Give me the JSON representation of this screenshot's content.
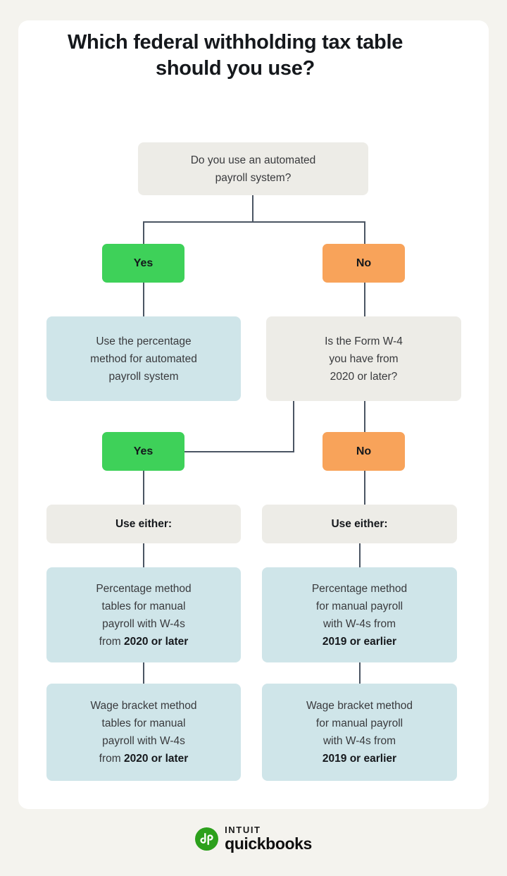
{
  "page": {
    "background_color": "#f4f3ee",
    "card_color": "#ffffff"
  },
  "title": "Which federal withholding tax table should you use?",
  "colors": {
    "green": "#3ed159",
    "orange": "#f8a35a",
    "blue": "#cfe5e9",
    "grey": "#edece7",
    "connector": "#4b5563",
    "logo_green": "#2ca01c"
  },
  "flowchart": {
    "type": "decision-tree",
    "root": {
      "name": "automated-payroll-question",
      "text_line_1": "Do you use an automated",
      "text_line_2": "payroll system?",
      "style": "grey"
    },
    "branch_labels": {
      "yes": "Yes",
      "no": "No"
    },
    "yes_branch": {
      "label": "Yes",
      "result": {
        "name": "percentage-method-automated",
        "line_1": "Use the percentage",
        "line_2": "method for automated",
        "line_3": "payroll system",
        "style": "blue"
      }
    },
    "no_branch": {
      "label": "No",
      "question": {
        "name": "form-w4-year-question",
        "line_1": "Is the Form W-4",
        "line_2": "you have from",
        "line_3": "2020 or later?",
        "style": "grey"
      },
      "yes_branch": {
        "label": "Yes",
        "use_either": "Use either:",
        "options": [
          {
            "name": "percentage-method-tables-2020",
            "line_1": "Percentage method",
            "line_2": "tables for manual",
            "line_3": "payroll with W-4s",
            "line_4_prefix": "from ",
            "line_4_bold": "2020 or later",
            "style": "blue"
          },
          {
            "name": "wage-bracket-tables-2020",
            "line_1": "Wage bracket method",
            "line_2": "tables for manual",
            "line_3": "payroll with W-4s",
            "line_4_prefix": "from ",
            "line_4_bold": "2020 or later",
            "style": "blue"
          }
        ]
      },
      "no_branch": {
        "label": "No",
        "use_either": "Use either:",
        "options": [
          {
            "name": "percentage-method-2019",
            "line_1": "Percentage method",
            "line_2": "for manual payroll",
            "line_3": "with W-4s from",
            "line_4_bold": "2019 or earlier",
            "style": "blue"
          },
          {
            "name": "wage-bracket-2019",
            "line_1": "Wage bracket method",
            "line_2": "for manual payroll",
            "line_3": "with W-4s from",
            "line_4_bold": "2019 or earlier",
            "style": "blue"
          }
        ]
      }
    }
  },
  "footer": {
    "logo_icon": "quickbooks-qb-circle-icon",
    "brand_top": "INTUIT",
    "brand_bottom": "quickbooks"
  }
}
